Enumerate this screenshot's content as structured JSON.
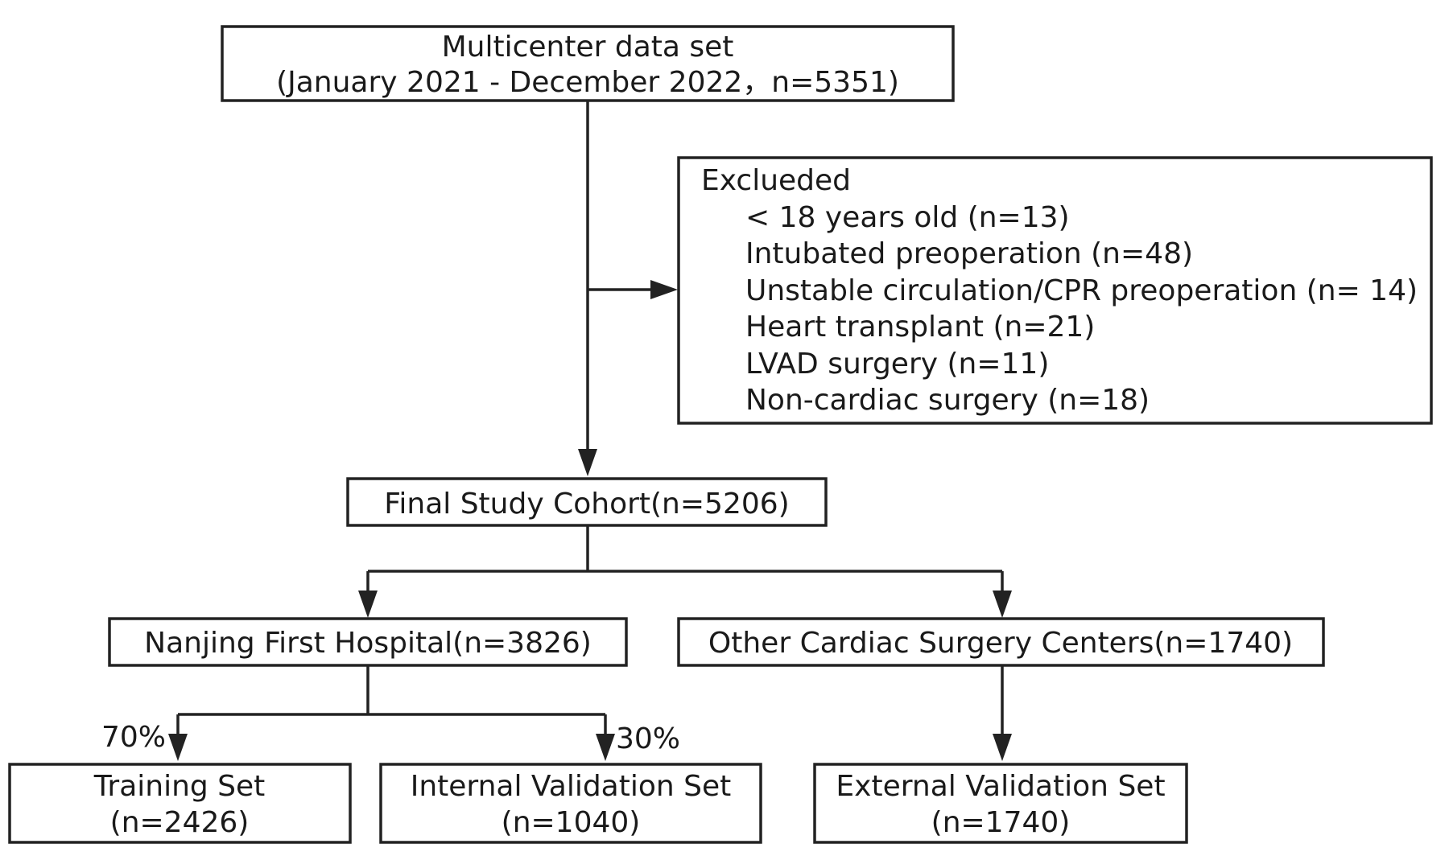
{
  "source_box": {
    "line1": "Multicenter data set",
    "line2": "(January 2021 - December 2022，n=5351)"
  },
  "exclusion_box": {
    "title": "Exclueded",
    "items": [
      "< 18 years old (n=13)",
      "Intubated preoperation (n=48)",
      "Unstable circulation/CPR preoperation (n= 14)",
      "Heart transplant (n=21)",
      "LVAD surgery (n=11)",
      "Non-cardiac surgery (n=18)"
    ]
  },
  "cohort_box": {
    "label": "Final Study Cohort(n=5206)"
  },
  "nanjing_box": {
    "label": "Nanjing First Hospital(n=3826)"
  },
  "other_centers_box": {
    "label": "Other Cardiac Surgery Centers(n=1740)"
  },
  "split_labels": {
    "training_pct": "70%",
    "internal_pct": "30%"
  },
  "training_box": {
    "line1": "Training Set",
    "line2": "(n=2426)"
  },
  "internal_box": {
    "line1": "Internal Validation Set",
    "line2": "(n=1040)"
  },
  "external_box": {
    "line1": "External Validation Set",
    "line2": "(n=1740)"
  },
  "colors": {
    "stroke": "#222222",
    "text": "#1a1a1a",
    "background": "#ffffff"
  }
}
